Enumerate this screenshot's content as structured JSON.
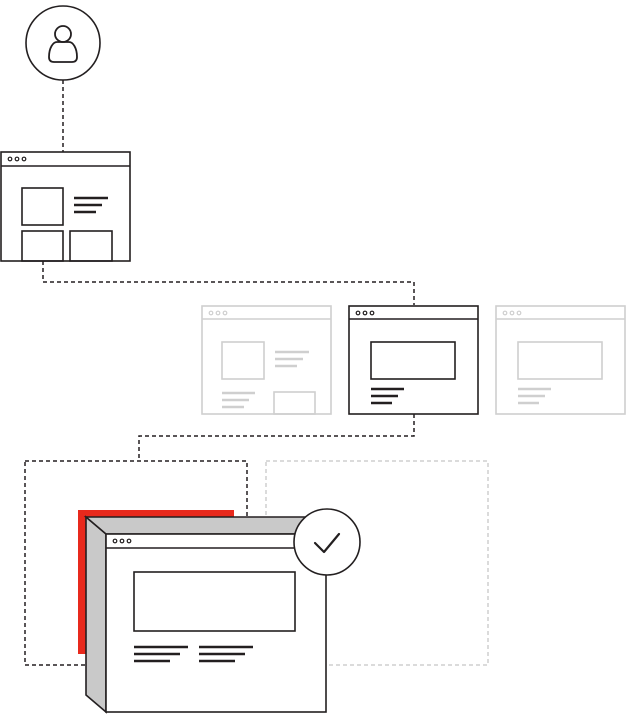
{
  "diagram": {
    "accent_color": "#e8291c",
    "stroke_color": "#231f20",
    "faded_color": "#cfcfcf",
    "shadow_fill": "#c9c9c9",
    "icons": {
      "user": "user-icon",
      "check": "checkmark-icon"
    },
    "nodes": [
      {
        "role": "user",
        "state": "active"
      },
      {
        "role": "landing-page",
        "state": "active"
      },
      {
        "role": "variant-a",
        "state": "inactive"
      },
      {
        "role": "variant-b",
        "state": "active"
      },
      {
        "role": "variant-c",
        "state": "inactive"
      },
      {
        "role": "selected-result",
        "state": "active"
      },
      {
        "role": "alternate-result",
        "state": "inactive"
      }
    ]
  }
}
